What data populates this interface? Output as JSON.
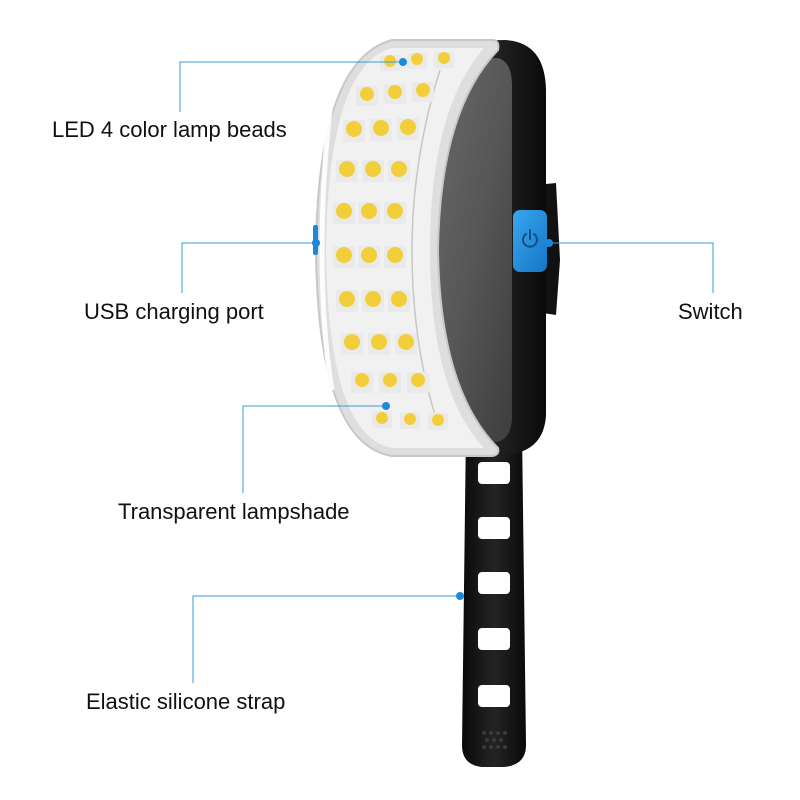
{
  "labels": {
    "led": "LED 4 color lamp beads",
    "usb": "USB charging port",
    "switch": "Switch",
    "lampshade": "Transparent lampshade",
    "strap": "Elastic silicone strap"
  },
  "icons": {
    "switch": "power-icon"
  },
  "colors": {
    "callout_line": "#3a9ad9",
    "callout_dot": "#1e88d8",
    "switch_button": "#1e8fe0",
    "body": "#151515",
    "lens_face": "#5e5e5e",
    "led_yellow": "#f2cf3a",
    "led_chip": "#eaeaea"
  }
}
